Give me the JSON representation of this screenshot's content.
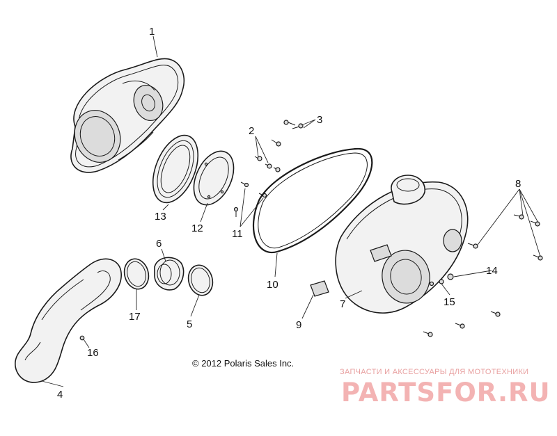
{
  "callouts": {
    "c1": "1",
    "c2": "2",
    "c3": "3",
    "c4": "4",
    "c5": "5",
    "c6": "6",
    "c7": "7",
    "c8": "8",
    "c9": "9",
    "c10": "10",
    "c11": "11",
    "c12": "12",
    "c13": "13",
    "c14": "14",
    "c15": "15",
    "c16": "16",
    "c17": "17"
  },
  "footer": {
    "copyright": "© 2012 Polaris Sales Inc."
  },
  "watermark": {
    "subtitle": "ЗАПЧАСТИ И АКСЕССУАРЫ ДЛЯ МОТОТЕХНИКИ",
    "brand": "PARTSFOR.RU"
  }
}
